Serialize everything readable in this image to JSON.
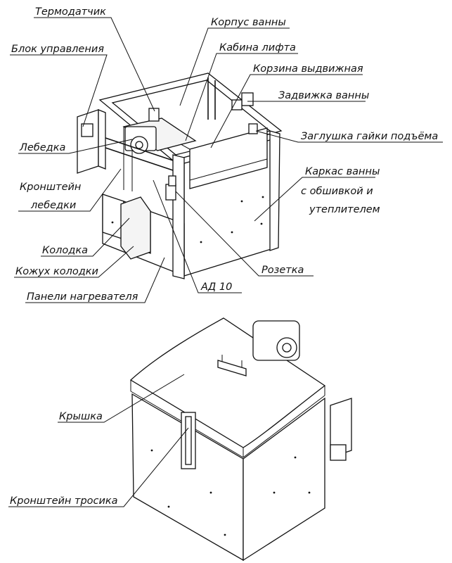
{
  "colors": {
    "ink": "#111111",
    "paper": "#ffffff"
  },
  "labels": {
    "thermo": "Термодатчик",
    "body": "Корпус ванны",
    "control": "Блок управления",
    "cabin": "Кабина лифта",
    "basket": "Корзина выдвижная",
    "valve": "Задвижка ванны",
    "winch": "Лебедка",
    "plug": "Заглушка гайки подъёма",
    "frame1": "Каркас ванны",
    "frame2": "с обшивкой и",
    "frame3": "утеплителем",
    "bracket1": "Кронштейн",
    "bracket2": "лебедки",
    "pad": "Колодка",
    "padcover": "Кожух колодки",
    "socket": "Розетка",
    "motor": "АД 10",
    "heaters": "Панели нагревателя",
    "lid": "Крышка",
    "cable": "Кронштейн тросика"
  }
}
